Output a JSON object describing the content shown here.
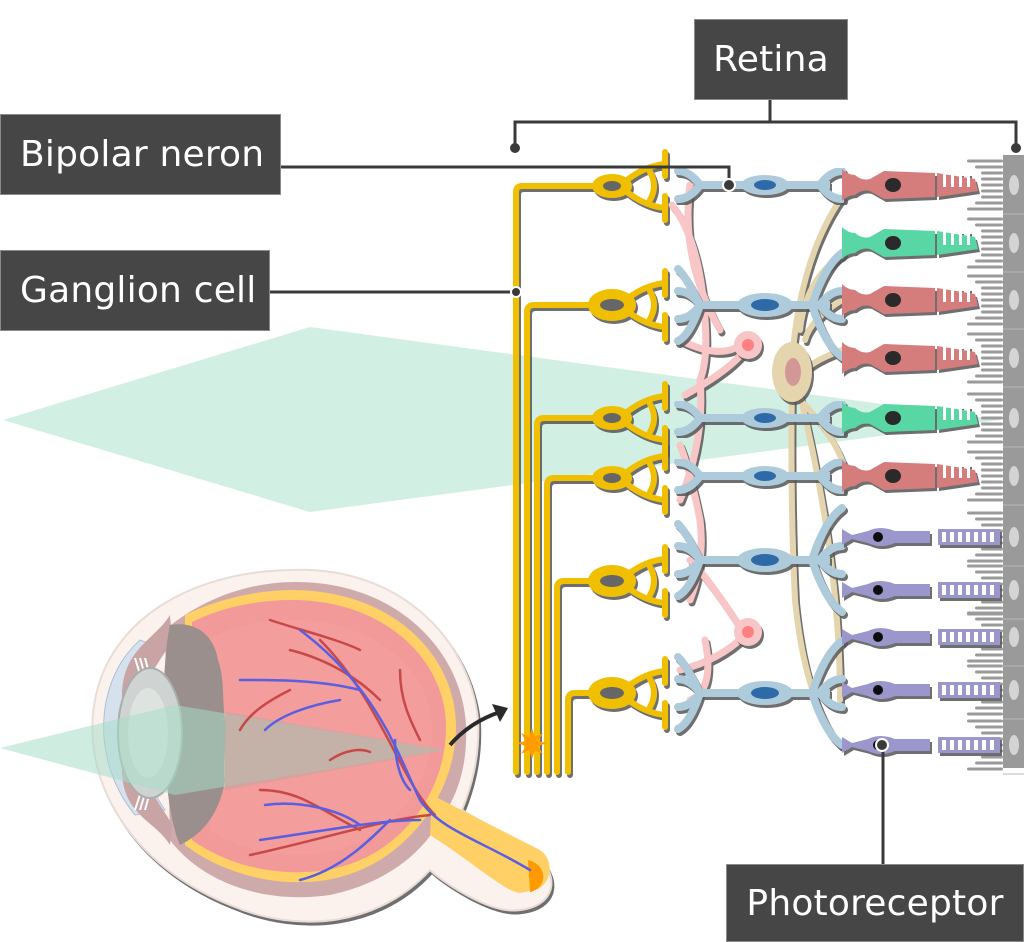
{
  "title": "Retina cell layers diagram",
  "labels": {
    "retina": "Retina",
    "bipolar": "Bipolar neron",
    "ganglion": "Ganglion cell",
    "photoreceptor": "Photoreceptor"
  },
  "colors": {
    "label_bg": "#464646",
    "label_text": "#ffffff",
    "leader_line": "#3a3a3a",
    "ganglion": "#f0c000",
    "bipolar": "#aecbdb",
    "bipolar_nucleus": "#2e6aa8",
    "horizontal_cell": "#f8c6c6",
    "amacrine": "#e5d5ae",
    "cone_red": "#d57d7d",
    "cone_green": "#58d6a4",
    "rod": "#9b97cc",
    "epithelium": "#9a9a9a",
    "light_beam": "#cfeee0",
    "eye_interior": "#f29a9a",
    "vein": "#5a5ee0",
    "artery": "#c84848"
  },
  "photoreceptor_rows": [
    "cone-red",
    "cone-green",
    "cone-red",
    "cone-red",
    "cone-green",
    "cone-red",
    "rod",
    "rod",
    "rod",
    "rod",
    "rod"
  ]
}
